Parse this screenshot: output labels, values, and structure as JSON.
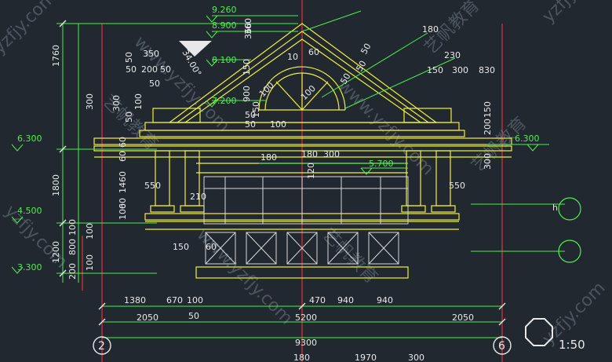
{
  "elevations": {
    "roof_top": "9.260",
    "roof_level": "8.900",
    "gable_level": "8.100",
    "lower_roof_level": "7.200",
    "floor_2_left": "6.300",
    "floor_2_right": "6.300",
    "window_head": "5.700",
    "floor_1": "4.500",
    "base": "3.300"
  },
  "roof_slope_label": "34.00°",
  "scale": "1:50",
  "axis_labels": {
    "left": "2",
    "right": "6"
  },
  "axis_h": "h",
  "dims_left": [
    "1760",
    "300",
    "1800",
    "1200",
    "60",
    "60",
    "1460",
    "100",
    "60",
    "100",
    "100",
    "800",
    "200",
    "100"
  ],
  "dims_top": [
    "350",
    "50",
    "200",
    "50",
    "50",
    "50",
    "50",
    "300",
    "100",
    "900",
    "150",
    "150",
    "50",
    "50",
    "100",
    "360",
    "60",
    "10",
    "50",
    "50",
    "100",
    "360",
    "50"
  ],
  "dims_right": [
    "150",
    "300",
    "830",
    "150",
    "200",
    "300",
    "550",
    "230",
    "180",
    "100"
  ],
  "dims_mid": [
    "180",
    "180",
    "300",
    "120",
    "550",
    "210",
    "150",
    "60"
  ],
  "dims_bottom_row1": [
    "1380",
    "670",
    "100",
    "470",
    "940",
    "940"
  ],
  "dims_bottom_row2": [
    "2050",
    "50",
    "5200",
    "2050"
  ],
  "dims_bottom_row3": [
    "9300"
  ],
  "dims_bottom_row4": [
    "180",
    "1970",
    "300"
  ],
  "watermarks": [
    "艺帆教育",
    "www.yzfjy.com",
    "艺帆教育",
    "www.yzfjy.com",
    "yzfjy.com",
    "艺帆教育",
    "yzfjy.com",
    "yzfjy.com",
    "www.yzfjy.com",
    "艺帆教育",
    "yzfjy.com"
  ],
  "colors": {
    "bg": "#212830",
    "dim": "#4cf04c",
    "outline": "#f2ef3a",
    "white": "#e8e8e8",
    "axis": "#e0333a"
  }
}
